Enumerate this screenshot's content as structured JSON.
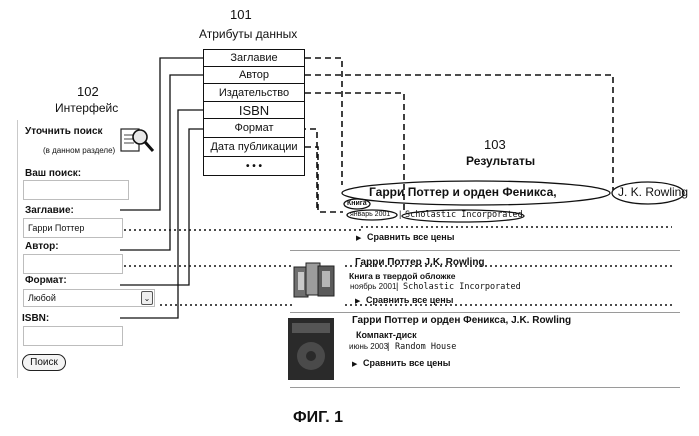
{
  "labels": {
    "ref101": "101",
    "attributes_title": "Атрибуты данных",
    "ref102": "102",
    "interface_title": "Интерфейс",
    "ref103": "103",
    "results_title": "Результаты",
    "figure_caption": "ФИГ. 1"
  },
  "attributes": [
    "Заглавие",
    "Автор",
    "Издательство",
    "ISBN",
    "Формат",
    "Дата публикации",
    "• • •"
  ],
  "interface": {
    "refine_title": "Уточнить поиск",
    "refine_subtitle": "(в данном разделе)",
    "your_search_label": "Ваш поиск:",
    "your_search_value": "",
    "title_label": "Заглавие:",
    "title_value": "Гарри Поттер",
    "author_label": "Автор:",
    "author_value": "",
    "format_label": "Формат:",
    "format_value": "Любой",
    "isbn_label": "ISBN:",
    "isbn_value": "",
    "search_button": "Поиск",
    "search_icon": "magnifier-icon",
    "dropdown_icon": "chevron-down-icon"
  },
  "results": [
    {
      "title": "Гарри Поттер и орден Феникса,",
      "author": "J. K. Rowling",
      "format": "Книга",
      "date": "январь 2001",
      "publisher": "Scholastic Incorporated",
      "compare": "Сравнить все цены"
    },
    {
      "title": "Гарри Поттер J.K. Rowling",
      "format": "Книга в твердой обложке",
      "date": "ноябрь 2001",
      "publisher": "Scholastic Incorporated",
      "compare": "Сравнить все цены"
    },
    {
      "title": "Гарри Поттер и орден Феникса, J.K. Rowling",
      "format": "Компакт-диск",
      "date": "июнь 2003",
      "publisher": "Random House",
      "compare": "Сравнить все цены"
    }
  ],
  "colors": {
    "line": "#111111",
    "field_border": "#bdbdbd",
    "separator": "#9a9a9a"
  }
}
